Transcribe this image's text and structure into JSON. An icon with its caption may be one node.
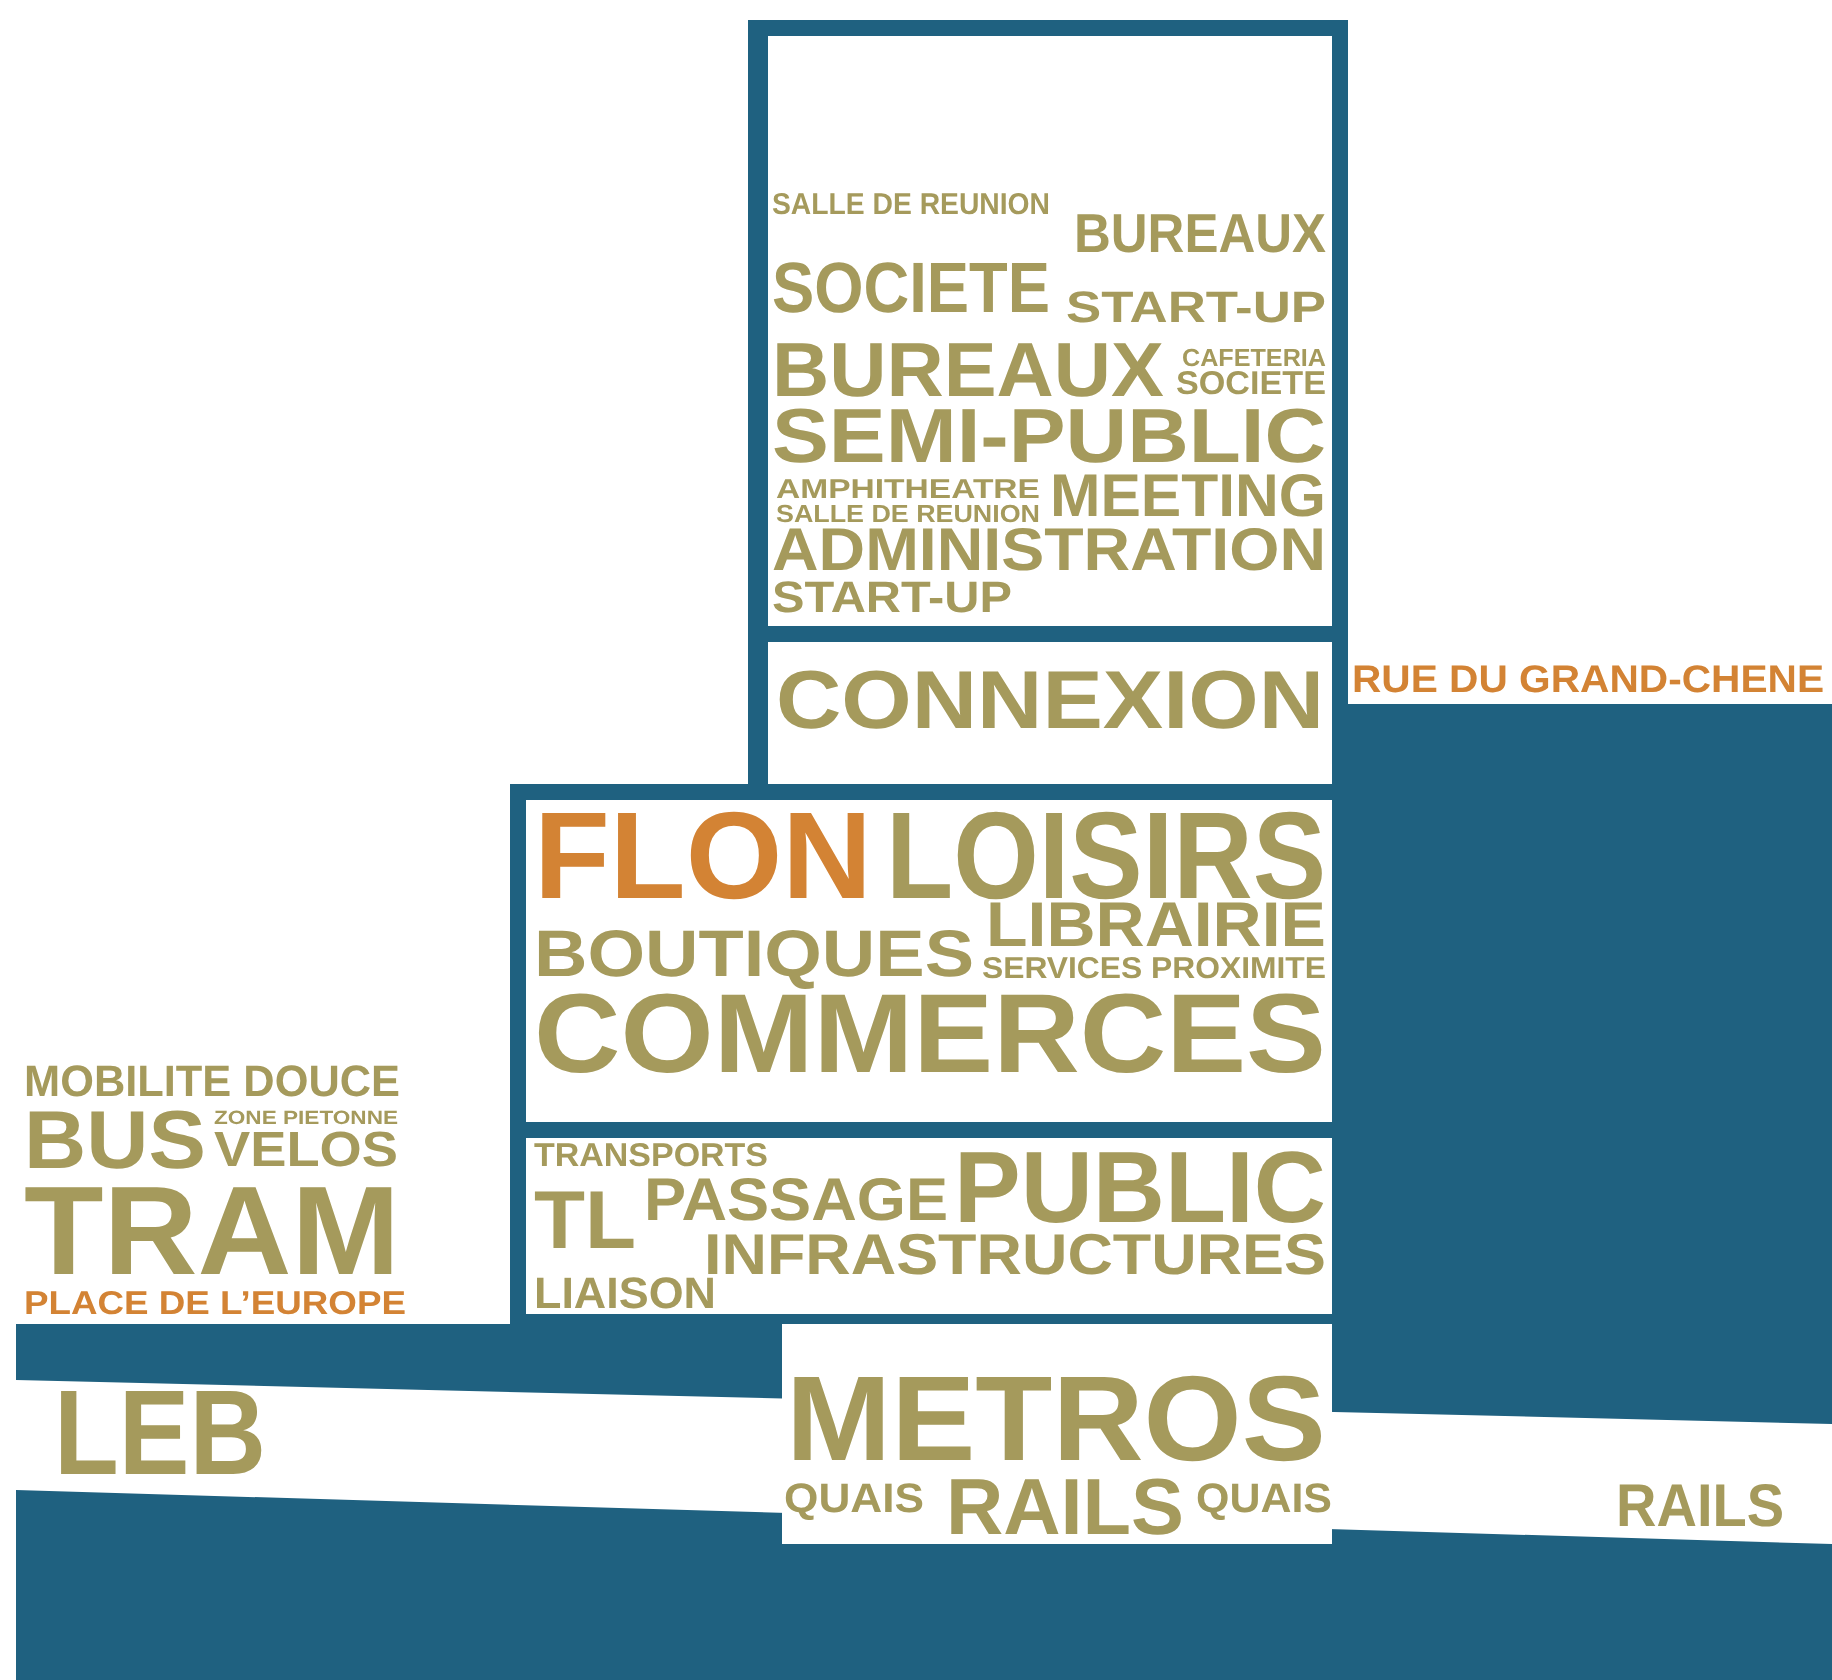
{
  "diagram": {
    "nodes": [
      {
        "text": [
          "SALLE DE REUNION",
          "BUREAUX",
          "SOCIETE",
          "START-UP",
          "BUREAUX",
          "CAFETERIA",
          "SOCIETE",
          "SEMI-PUBLIC",
          "AMPHITHEATRE",
          "SALLE DE REUNION",
          "MEETING",
          "ADMINISTRATION",
          "START-UP"
        ]
      },
      {
        "text": [
          "CONNEXION"
        ]
      },
      {
        "text": [
          "FLON",
          "LOISIRS",
          "LIBRAIRIE",
          "BOUTIQUES",
          "SERVICES PROXIMITE",
          "COMMERCES"
        ]
      },
      {
        "text": [
          "TRANSPORTS",
          "TL",
          "PASSAGE",
          "PUBLIC",
          "INFRASTRUCTURES",
          "LIAISON"
        ]
      },
      {
        "text": [
          "METROS",
          "QUAIS",
          "RAILS",
          "QUAIS"
        ]
      }
    ],
    "labels": [
      "RUE DU GRAND-CHENE",
      "MOBILITE DOUCE",
      "ZONE PIETONNE",
      "BUS",
      "VELOS",
      "TRAM",
      "PLACE DE L’EUROPE",
      "LEB",
      "RAILS"
    ]
  }
}
